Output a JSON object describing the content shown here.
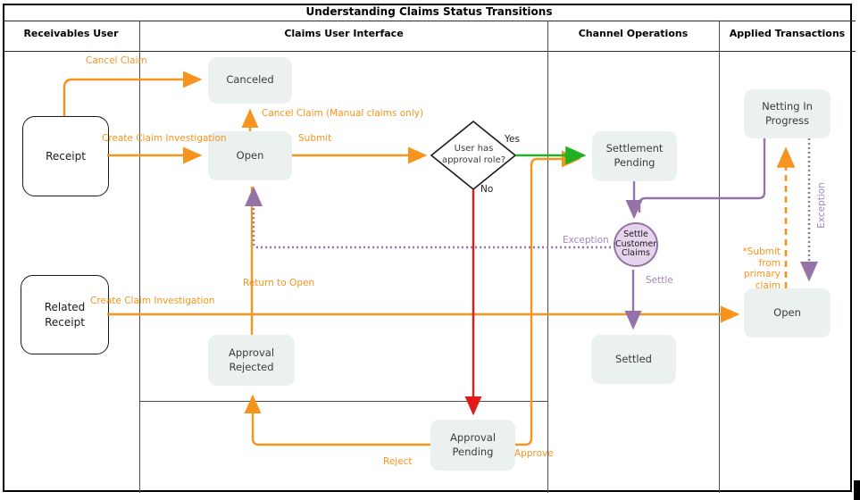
{
  "title": "Understanding Claims Status Transitions",
  "lanes": {
    "receivables": {
      "label": "Receivables User"
    },
    "claims_ui": {
      "label": "Claims User Interface"
    },
    "channel_ops": {
      "label": "Channel Operations"
    },
    "applied_tx": {
      "label": "Applied Transactions"
    }
  },
  "nodes": {
    "receipt": {
      "label": "Receipt"
    },
    "related_receipt": {
      "label": "Related Receipt"
    },
    "canceled": {
      "label": "Canceled"
    },
    "open_claim": {
      "label": "Open"
    },
    "approval_rejected": {
      "label": "Approval Rejected"
    },
    "approval_pending": {
      "label": "Approval Pending"
    },
    "decision": {
      "label": "User has approval role?"
    },
    "settlement_pending": {
      "label": "Settlement Pending"
    },
    "settle_customer_claims": {
      "label": "Settle Customer Claims"
    },
    "settled": {
      "label": "Settled"
    },
    "netting_in_progress": {
      "label": "Netting In Progress"
    },
    "open_applied": {
      "label": "Open"
    }
  },
  "edge_labels": {
    "cancel_claim": "Cancel Claim",
    "create_claim_investigation_1": "Create Claim Investigation",
    "cancel_claim_manual": "Cancel Claim (Manual claims only)",
    "submit": "Submit",
    "yes": "Yes",
    "no": "No",
    "approve": "Approve",
    "reject": "Reject",
    "return_to_open": "Return to Open",
    "create_claim_investigation_2": "Create Claim Investigation",
    "exception_left": "Exception",
    "exception_right": "Exception",
    "settle": "Settle",
    "submit_from_primary": "*Submit from primary claim"
  },
  "colors": {
    "orange": "#F7941E",
    "green": "#22B122",
    "red": "#E11B1B",
    "purple": "#9673A6",
    "node_fill": "#EBF1EF",
    "circle_fill": "#E4D4EC",
    "node_text": "#3C3C3C"
  }
}
